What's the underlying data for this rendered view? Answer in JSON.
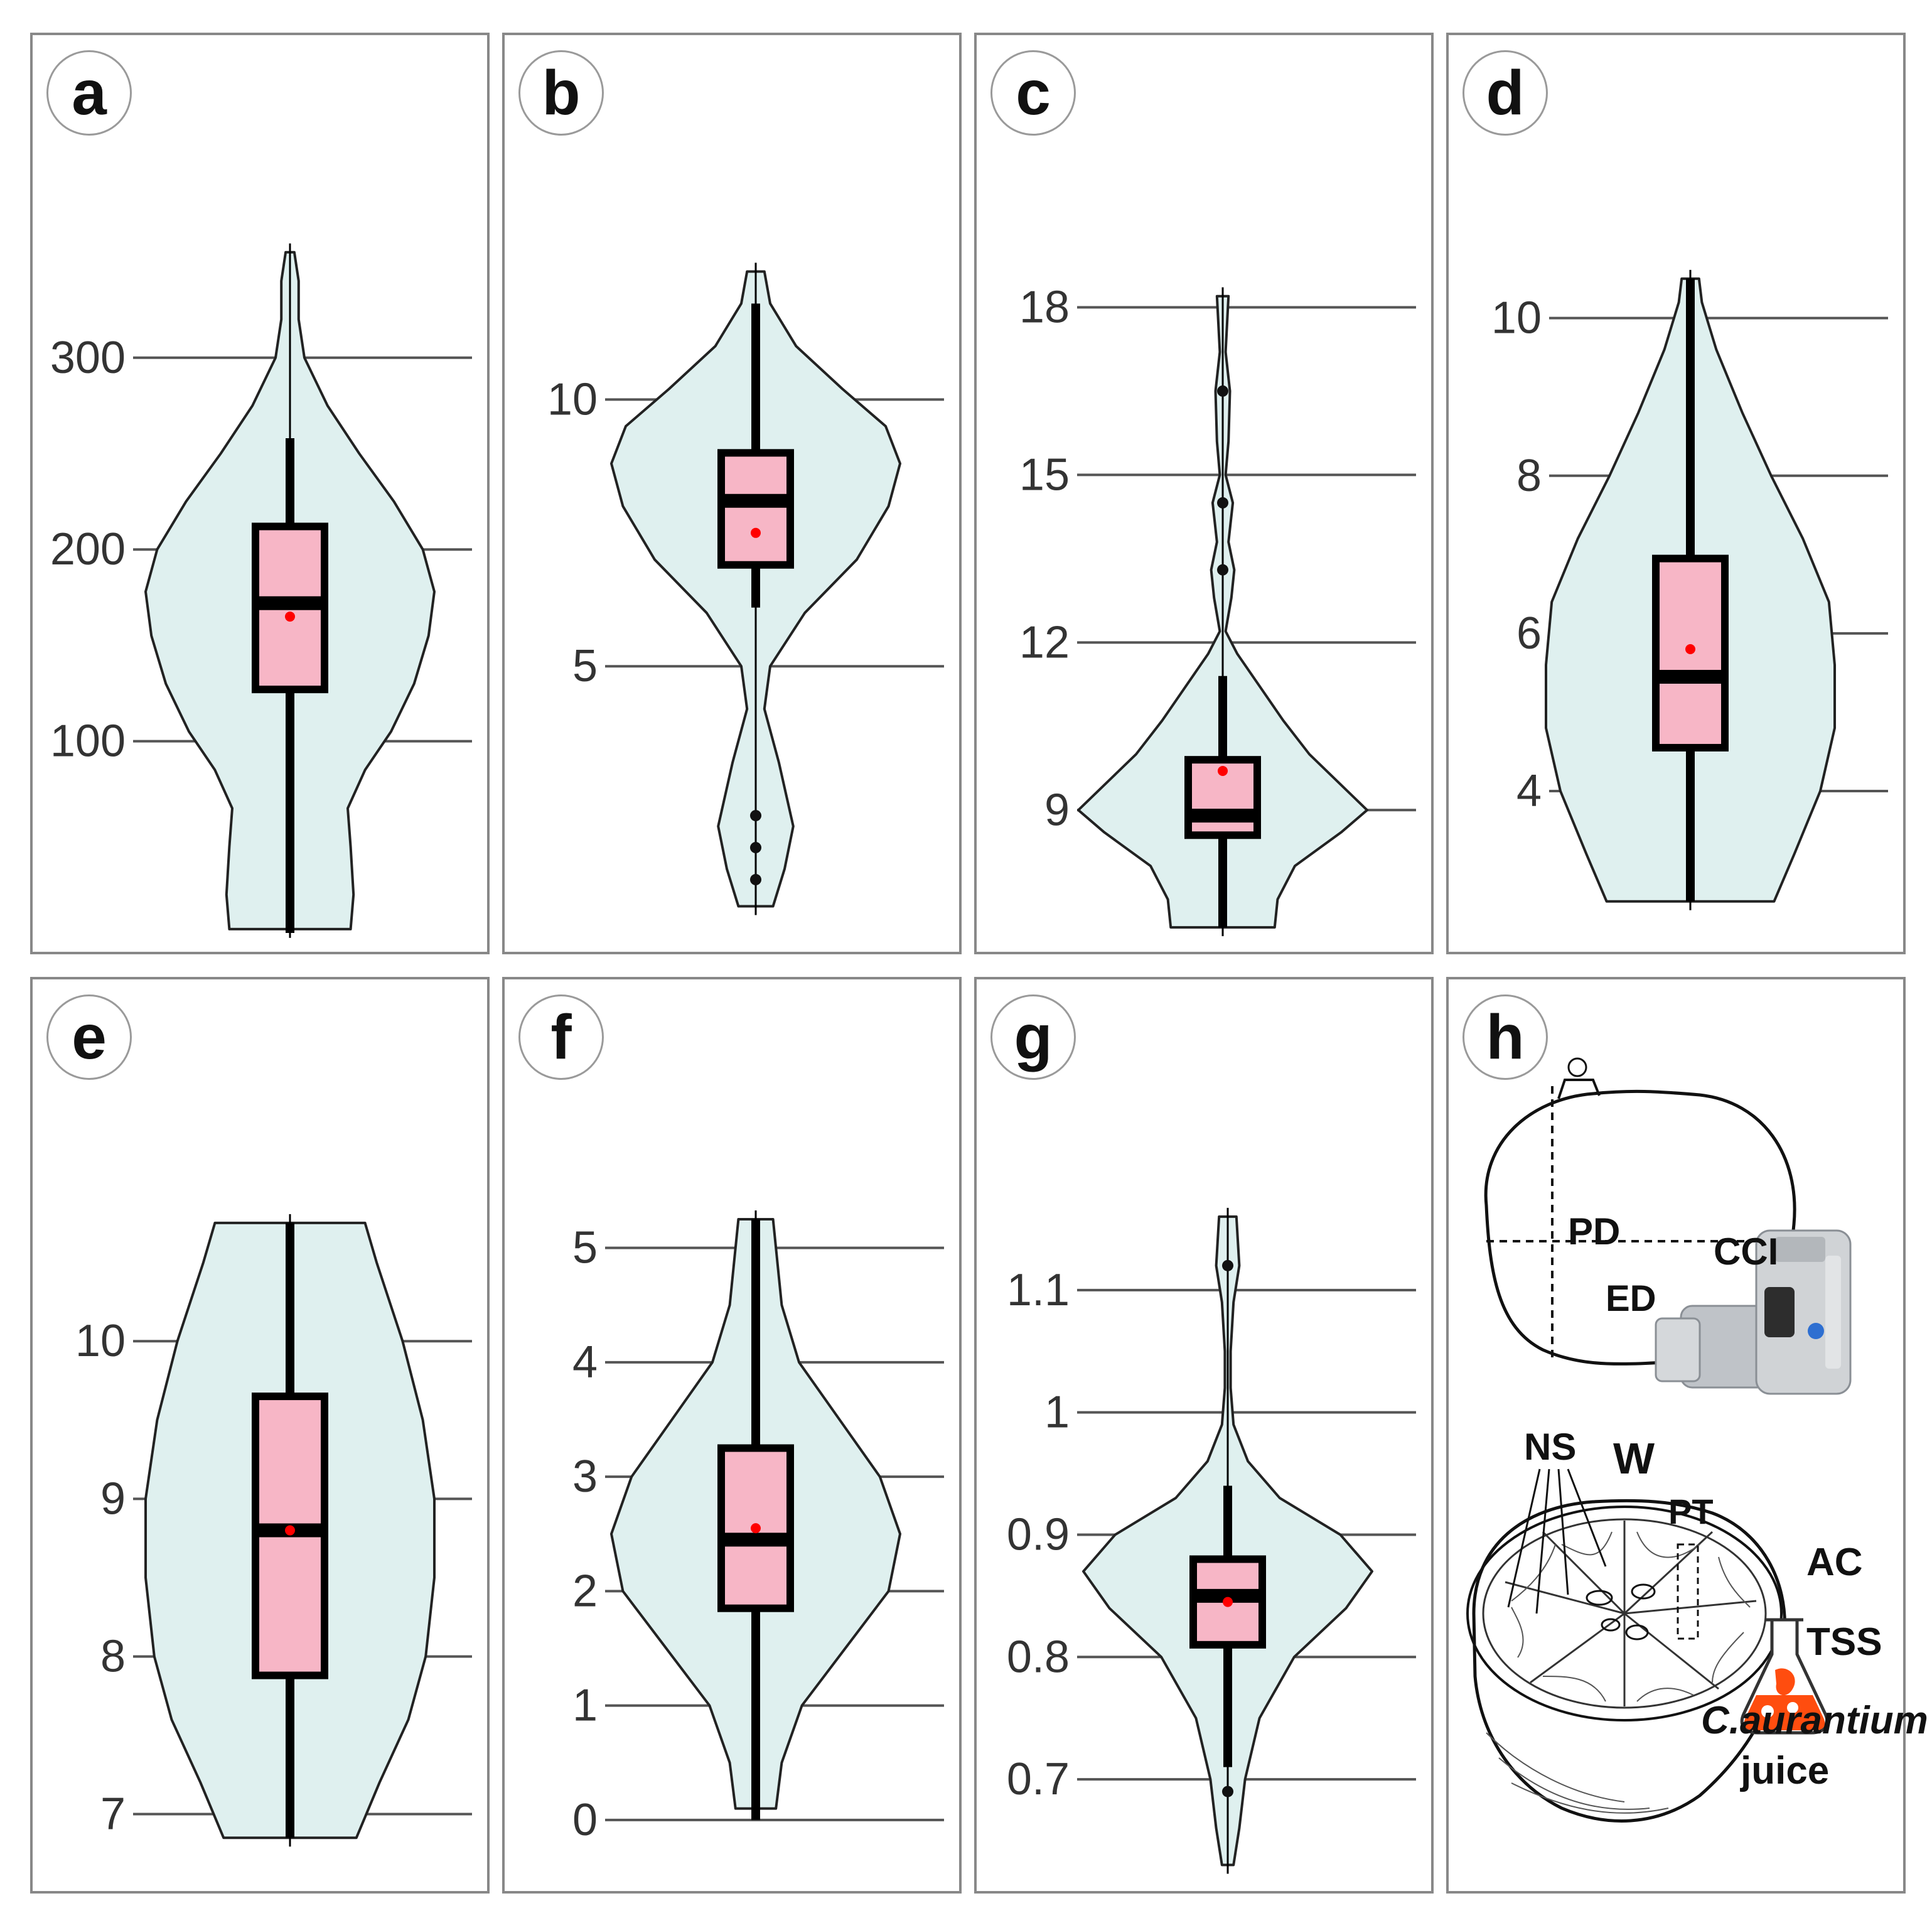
{
  "colors": {
    "violin_fill": "#dff0ef",
    "box_fill": "#f7b6c6",
    "median": "#000000",
    "mean_dot": "#ff0000",
    "grid": "#555555",
    "text": "#333333",
    "flask": "#ff4d0f"
  },
  "chart_data": [
    {
      "panel": "a",
      "type": "violin",
      "yticks": [
        100,
        200,
        300
      ],
      "ylim": [
        0,
        370
      ],
      "box": {
        "q1": 127,
        "median": 172,
        "q3": 212,
        "mean": 165,
        "whisker_low": 0,
        "whisker_high": 258
      },
      "violin_range": [
        2,
        355
      ],
      "outliers": [],
      "violin": [
        [
          2,
          0.42
        ],
        [
          20,
          0.44
        ],
        [
          45,
          0.42
        ],
        [
          65,
          0.4
        ],
        [
          85,
          0.52
        ],
        [
          105,
          0.7
        ],
        [
          130,
          0.86
        ],
        [
          155,
          0.96
        ],
        [
          178,
          1.0
        ],
        [
          200,
          0.92
        ],
        [
          225,
          0.72
        ],
        [
          250,
          0.48
        ],
        [
          275,
          0.26
        ],
        [
          300,
          0.1
        ],
        [
          320,
          0.06
        ],
        [
          340,
          0.06
        ],
        [
          355,
          0.03
        ]
      ]
    },
    {
      "panel": "b",
      "type": "violin",
      "yticks": [
        5,
        10
      ],
      "ylim": [
        0,
        13.3
      ],
      "box": {
        "q1": 6.9,
        "median": 8.1,
        "q3": 9.0,
        "mean": 7.5,
        "whisker_low": 6.1,
        "whisker_high": 11.8
      },
      "violin_range": [
        0.5,
        12.4
      ],
      "outliers": [
        2.2,
        1.6,
        1.0
      ],
      "violin": [
        [
          0.5,
          0.12
        ],
        [
          1.2,
          0.2
        ],
        [
          2.0,
          0.26
        ],
        [
          3.2,
          0.16
        ],
        [
          4.2,
          0.06
        ],
        [
          5.0,
          0.1
        ],
        [
          6.0,
          0.34
        ],
        [
          7.0,
          0.7
        ],
        [
          8.0,
          0.92
        ],
        [
          8.8,
          1.0
        ],
        [
          9.5,
          0.9
        ],
        [
          10.2,
          0.6
        ],
        [
          11.0,
          0.28
        ],
        [
          11.8,
          0.1
        ],
        [
          12.4,
          0.06
        ]
      ]
    },
    {
      "panel": "c",
      "type": "violin",
      "yticks": [
        9,
        12,
        15,
        18
      ],
      "ylim": [
        6.8,
        19.5
      ],
      "box": {
        "q1": 8.55,
        "median": 8.9,
        "q3": 9.9,
        "mean": 9.7,
        "whisker_low": 6.9,
        "whisker_high": 11.4
      },
      "violin_range": [
        6.9,
        18.2
      ],
      "outliers": [
        16.5,
        14.5,
        13.3
      ],
      "violin": [
        [
          6.9,
          0.36
        ],
        [
          7.4,
          0.38
        ],
        [
          8.0,
          0.5
        ],
        [
          8.6,
          0.82
        ],
        [
          9.0,
          1.0
        ],
        [
          9.5,
          0.8
        ],
        [
          10.0,
          0.6
        ],
        [
          10.6,
          0.42
        ],
        [
          11.2,
          0.26
        ],
        [
          11.8,
          0.1
        ],
        [
          12.2,
          0.02
        ],
        [
          12.8,
          0.06
        ],
        [
          13.3,
          0.08
        ],
        [
          13.8,
          0.04
        ],
        [
          14.5,
          0.07
        ],
        [
          15.0,
          0.02
        ],
        [
          15.6,
          0.04
        ],
        [
          16.5,
          0.05
        ],
        [
          17.2,
          0.02
        ],
        [
          18.2,
          0.04
        ]
      ]
    },
    {
      "panel": "d",
      "type": "violin",
      "yticks": [
        4,
        6,
        8,
        10
      ],
      "ylim": [
        2.2,
        11.2
      ],
      "box": {
        "q1": 4.55,
        "median": 5.45,
        "q3": 6.95,
        "mean": 5.8,
        "whisker_low": 2.6,
        "whisker_high": 10.5
      },
      "violin_range": [
        2.6,
        10.5
      ],
      "outliers": [],
      "violin": [
        [
          2.6,
          0.58
        ],
        [
          3.2,
          0.72
        ],
        [
          4.0,
          0.9
        ],
        [
          4.8,
          1.0
        ],
        [
          5.6,
          1.0
        ],
        [
          6.4,
          0.96
        ],
        [
          7.2,
          0.78
        ],
        [
          8.0,
          0.56
        ],
        [
          8.8,
          0.36
        ],
        [
          9.6,
          0.18
        ],
        [
          10.2,
          0.08
        ],
        [
          10.5,
          0.06
        ]
      ]
    },
    {
      "panel": "e",
      "type": "violin",
      "yticks": [
        7,
        8,
        9,
        10
      ],
      "ylim": [
        6.6,
        11.1
      ],
      "box": {
        "q1": 7.88,
        "median": 8.8,
        "q3": 9.65,
        "mean": 8.8,
        "whisker_low": 6.85,
        "whisker_high": 10.75
      },
      "violin_range": [
        6.85,
        10.75
      ],
      "outliers": [],
      "violin": [
        [
          6.85,
          0.46
        ],
        [
          7.2,
          0.62
        ],
        [
          7.6,
          0.82
        ],
        [
          8.0,
          0.94
        ],
        [
          8.5,
          1.0
        ],
        [
          9.0,
          1.0
        ],
        [
          9.5,
          0.92
        ],
        [
          10.0,
          0.78
        ],
        [
          10.5,
          0.6
        ],
        [
          10.75,
          0.52
        ]
      ]
    },
    {
      "panel": "f",
      "type": "violin",
      "yticks": [
        0,
        1,
        2,
        3,
        4,
        5
      ],
      "ylim": [
        -0.5,
        5.7
      ],
      "box": {
        "q1": 1.85,
        "median": 2.45,
        "q3": 3.25,
        "mean": 2.55,
        "whisker_low": 0.0,
        "whisker_high": 5.25
      },
      "violin_range": [
        0.1,
        5.25
      ],
      "outliers": [],
      "violin": [
        [
          0.1,
          0.14
        ],
        [
          0.5,
          0.18
        ],
        [
          1.0,
          0.32
        ],
        [
          1.5,
          0.62
        ],
        [
          2.0,
          0.92
        ],
        [
          2.5,
          1.0
        ],
        [
          3.0,
          0.86
        ],
        [
          3.5,
          0.58
        ],
        [
          4.0,
          0.3
        ],
        [
          4.5,
          0.18
        ],
        [
          5.0,
          0.14
        ],
        [
          5.25,
          0.12
        ]
      ]
    },
    {
      "panel": "g",
      "type": "violin",
      "yticks": [
        0.7,
        0.8,
        0.9,
        1.0,
        1.1
      ],
      "ylim": [
        0.62,
        1.2
      ],
      "box": {
        "q1": 0.81,
        "median": 0.85,
        "q3": 0.88,
        "mean": 0.845,
        "whisker_low": 0.71,
        "whisker_high": 0.94
      },
      "violin_range": [
        0.63,
        1.16
      ],
      "outliers": [
        0.69,
        1.12
      ],
      "violin": [
        [
          0.63,
          0.04
        ],
        [
          0.66,
          0.08
        ],
        [
          0.7,
          0.12
        ],
        [
          0.75,
          0.22
        ],
        [
          0.8,
          0.46
        ],
        [
          0.84,
          0.82
        ],
        [
          0.87,
          1.0
        ],
        [
          0.9,
          0.78
        ],
        [
          0.93,
          0.36
        ],
        [
          0.96,
          0.14
        ],
        [
          0.99,
          0.04
        ],
        [
          1.02,
          0.02
        ],
        [
          1.05,
          0.02
        ],
        [
          1.09,
          0.04
        ],
        [
          1.12,
          0.08
        ],
        [
          1.16,
          0.06
        ]
      ]
    }
  ],
  "panels": [
    {
      "label": "a"
    },
    {
      "label": "b"
    },
    {
      "label": "c"
    },
    {
      "label": "d"
    },
    {
      "label": "e"
    },
    {
      "label": "f"
    },
    {
      "label": "g"
    },
    {
      "label": "h"
    }
  ],
  "panel_h": {
    "labels": {
      "pd": "PD",
      "ed": "ED",
      "cci": "CCI",
      "w": "W",
      "ns": "NS",
      "pt": "PT",
      "ac": "AC",
      "tss": "TSS",
      "species": "C.aurantium",
      "juice": "juice"
    },
    "icons": [
      "fruit-outline-icon",
      "colorimeter-icon",
      "halved-fruit-icon",
      "flask-icon"
    ]
  }
}
